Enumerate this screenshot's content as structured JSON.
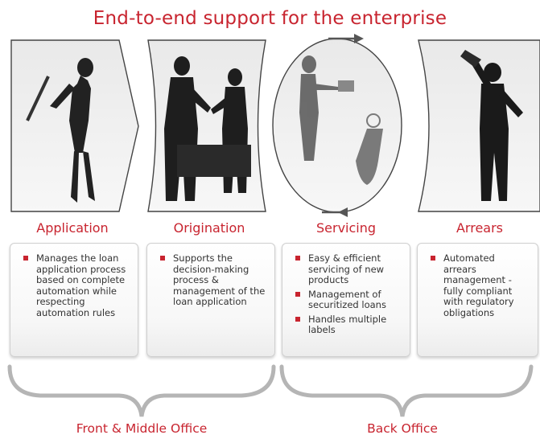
{
  "title": "End-to-end support for the enterprise",
  "accent_color": "#c8242f",
  "stages": [
    {
      "label": "Application",
      "icon": "woman-with-pen-silhouette-icon",
      "bullets": [
        "Manages the loan application process based on complete automation while respecting automation rules"
      ]
    },
    {
      "label": "Origination",
      "icon": "handshake-silhouette-icon",
      "bullets": [
        "Supports the decision-making process & management of the loan application"
      ]
    },
    {
      "label": "Servicing",
      "icon": "woman-watering-plant-silhouette-icon",
      "bullets": [
        "Easy & efficient servicing of new products",
        "Management of securitized loans",
        "Handles multiple labels"
      ]
    },
    {
      "label": "Arrears",
      "icon": "man-with-megaphone-silhouette-icon",
      "bullets": [
        "Automated arrears management - fully compliant with regulatory obligations"
      ]
    }
  ],
  "groups": [
    {
      "label": "Front & Middle Office"
    },
    {
      "label": "Back Office"
    }
  ]
}
